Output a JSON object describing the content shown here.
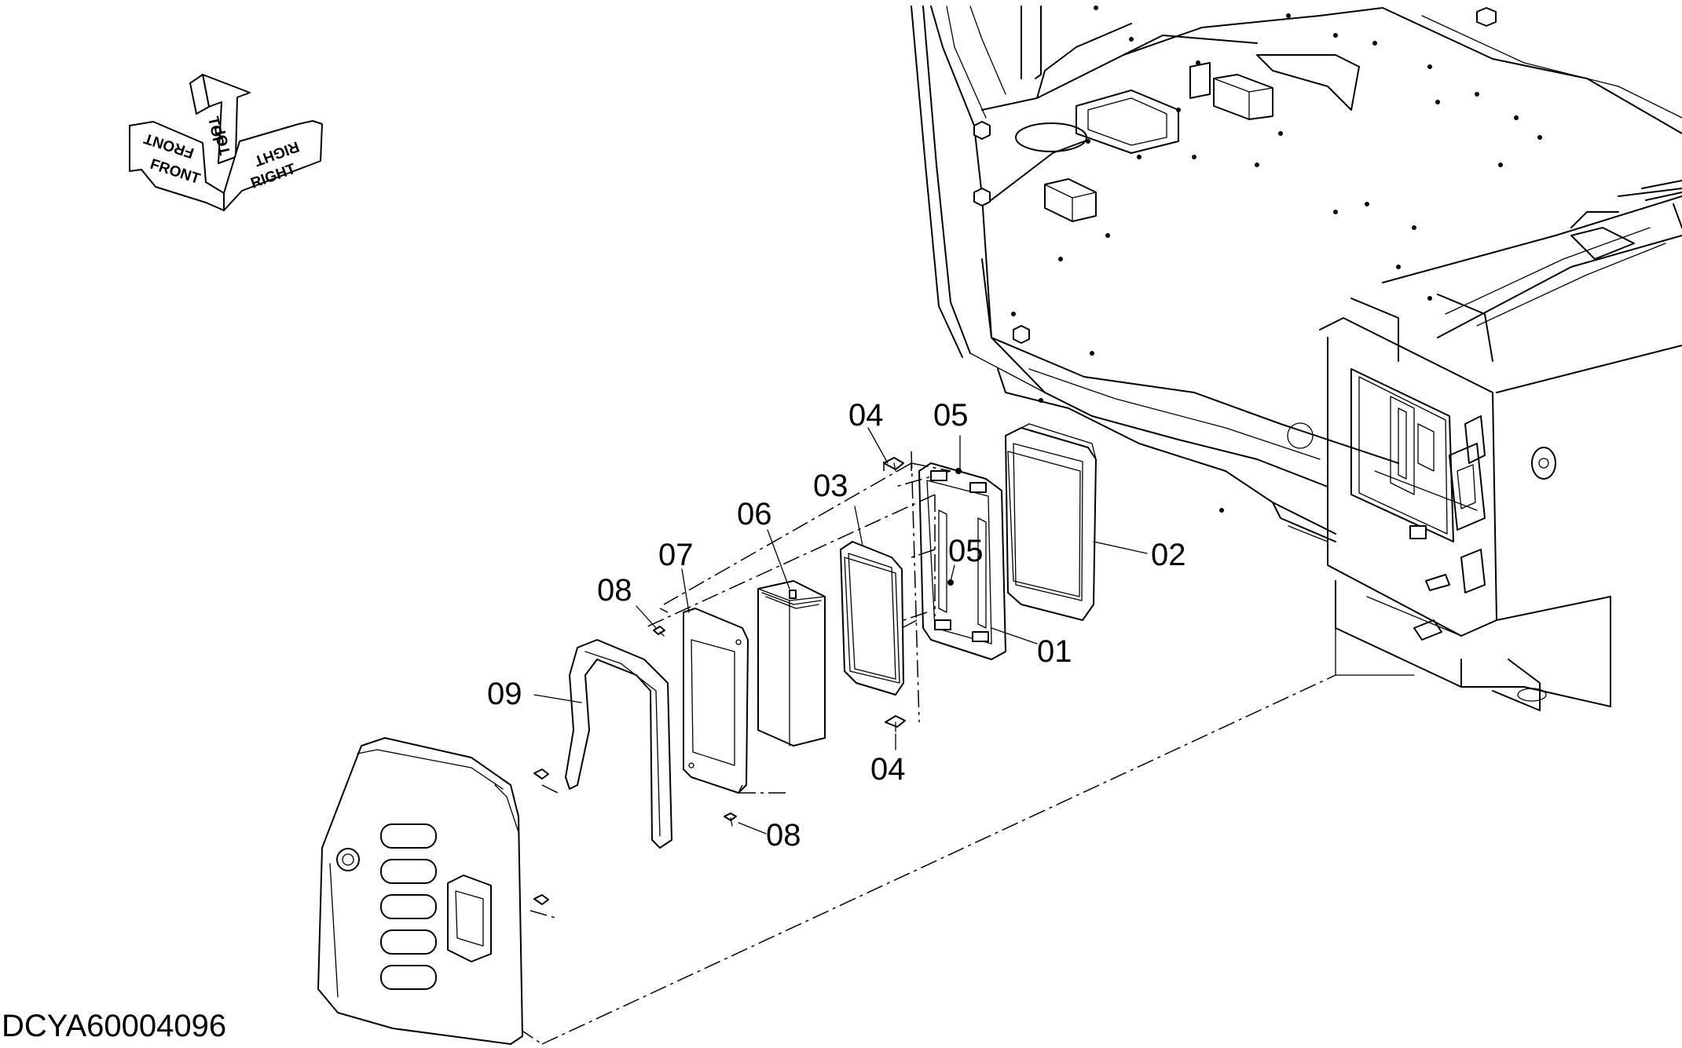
{
  "drawing": {
    "number": "DCYA60004096"
  },
  "orientation_arrows": {
    "front": "FRONT",
    "top": "TOP",
    "right": "RIGHT"
  },
  "callouts": [
    {
      "id": "c-01",
      "text": "01"
    },
    {
      "id": "c-02",
      "text": "02"
    },
    {
      "id": "c-03",
      "text": "03"
    },
    {
      "id": "c-04a",
      "text": "04"
    },
    {
      "id": "c-04b",
      "text": "04"
    },
    {
      "id": "c-05a",
      "text": "05"
    },
    {
      "id": "c-05b",
      "text": "05"
    },
    {
      "id": "c-06",
      "text": "06"
    },
    {
      "id": "c-07",
      "text": "07"
    },
    {
      "id": "c-08a",
      "text": "08"
    },
    {
      "id": "c-08b",
      "text": "08"
    },
    {
      "id": "c-09",
      "text": "09"
    }
  ]
}
